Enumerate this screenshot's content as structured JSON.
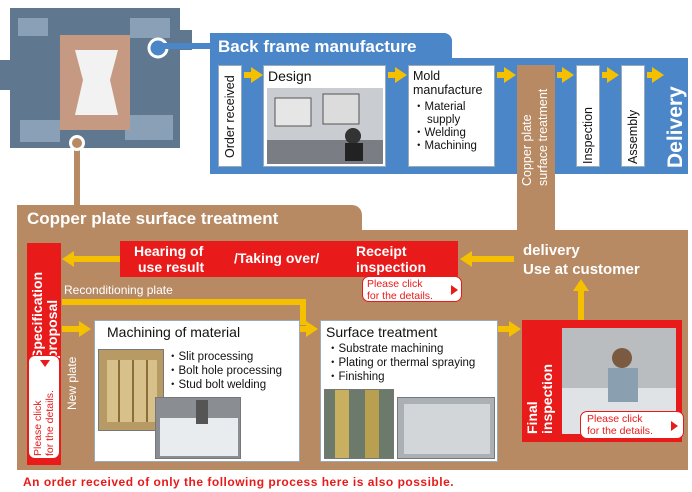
{
  "back_frame": {
    "title": "Back frame manufacture",
    "order_received": "Order received",
    "design": "Design",
    "mold_title_1": "Mold",
    "mold_title_2": "manufacture",
    "mold_items": [
      "・Material",
      "supply",
      "・Welding",
      "・Machining"
    ],
    "copper_vertical_1": "Copper plate",
    "copper_vertical_2": "surface treatment",
    "inspection": "Inspection",
    "assembly": "Assembly",
    "delivery": "Delivery"
  },
  "copper": {
    "title": "Copper plate surface treatment",
    "hearing_1": "Hearing of",
    "hearing_2": "use result",
    "taking_over": "/Taking over/",
    "receipt_1": "Receipt",
    "receipt_2": "inspection",
    "delivery_1": "delivery",
    "delivery_2": "Use at customer",
    "click_1": "Please click",
    "click_2": "for the details.",
    "spec_1": "Specification",
    "spec_2": "proposal",
    "spec_click_1": "Please click",
    "spec_click_2": "for the details.",
    "reconditioning": "Reconditioning plate",
    "new_plate": "New plate",
    "machining_title": "Machining of material",
    "machining_items": [
      "・Slit processing",
      "・Bolt hole processing",
      "・Stud bolt welding"
    ],
    "surface_title": "Surface treatment",
    "surface_items": [
      "・Substrate machining",
      "・Plating or thermal spraying",
      "・Finishing"
    ],
    "final_1": "Final",
    "final_2": "inspection",
    "final_click_1": "Please click",
    "final_click_2": "for the details."
  },
  "footer": "An order received of only the following process here is also possible.",
  "colors": {
    "blue": "#4a86c8",
    "copper": "#b78a64",
    "red": "#e81a1a",
    "yellow": "#f5c000"
  }
}
